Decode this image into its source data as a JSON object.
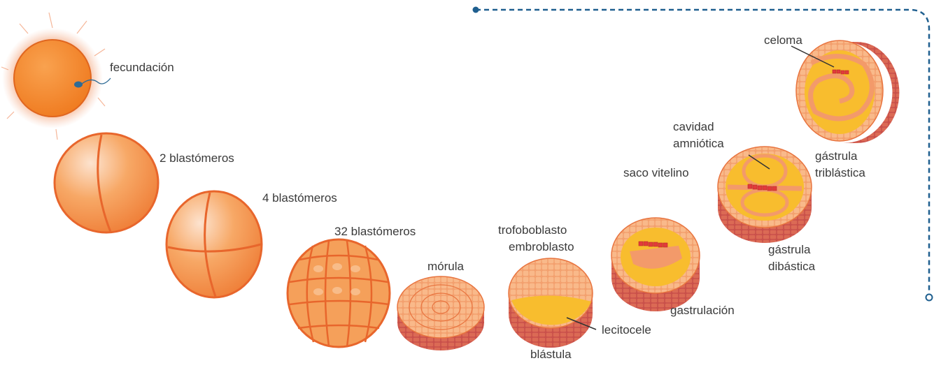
{
  "labels": {
    "fecundacion": "fecundación",
    "two_blastomeres": "2 blastómeros",
    "four_blastomeres": "4 blastómeros",
    "thirtytwo_blastomeres": "32 blastómeros",
    "morula": "mórula",
    "trofoblasto": "trofoboblasto",
    "embroblasto": "embroblasto",
    "blastula": "blástula",
    "lecitocele": "lecitocele",
    "gastrulacion": "gastrulación",
    "gastrula_dibastica_1": "gástrula",
    "gastrula_dibastica_2": "dibástica",
    "saco_vitelino": "saco vitelino",
    "cavidad_1": "cavidad",
    "cavidad_2": "amniótica",
    "gastrula_triblastica_1": "gástrula",
    "gastrula_triblastica_2": "triblástica",
    "celoma": "celoma"
  },
  "colors": {
    "orange_main": "#f59a4a",
    "orange_dark": "#e8662c",
    "yolk": "#f8bd2e",
    "brick": "#c9504a",
    "embryo_red": "#e23b3b",
    "path_blue": "#1f5f8f"
  }
}
